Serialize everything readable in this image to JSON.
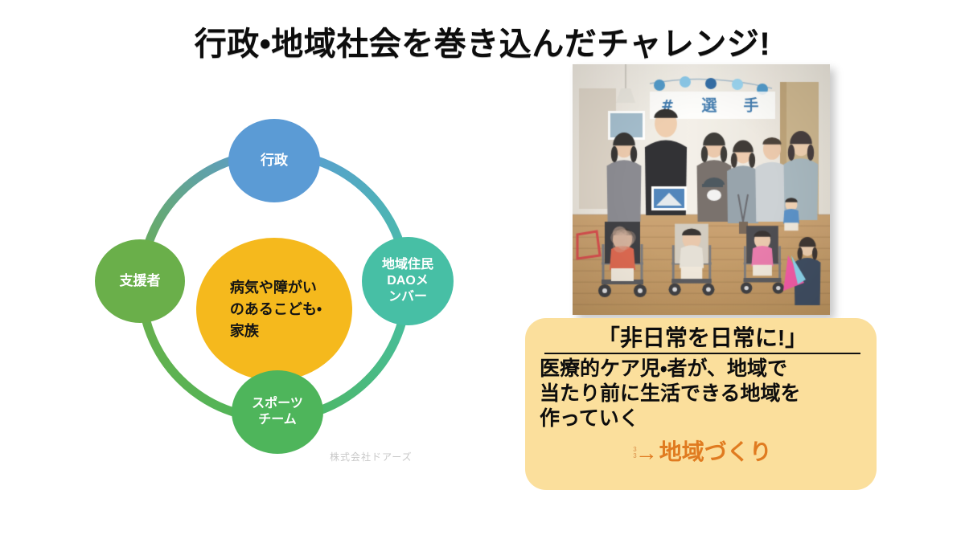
{
  "slide": {
    "title": "行政•地域社会を巻き込んだチャレンジ!"
  },
  "diagram": {
    "type": "cycle",
    "watermark": "株式会社ドアーズ",
    "center": {
      "name": "病気や障がいのあるこども•家族",
      "lines": "病気や障がい\nのあるこども•\n家族",
      "color": "#f5b91d"
    },
    "nodes": [
      {
        "id": "gyosei",
        "label": "行政",
        "lines": "行政",
        "color": "#5b9bd5",
        "position": "top"
      },
      {
        "id": "jumin",
        "label": "地域住民DAOメンバー",
        "lines": "地域住民\nDAOメ\nンバー",
        "color": "#47bfa5",
        "position": "right"
      },
      {
        "id": "sports",
        "label": "スポーツチーム",
        "lines": "スポーツ\nチーム",
        "color": "#4eb55b",
        "position": "bottom"
      },
      {
        "id": "shiensha",
        "label": "支援者",
        "lines": "支援者",
        "color": "#6aaf4a",
        "position": "left"
      }
    ],
    "ring_arcs": [
      {
        "from": "gyosei",
        "to": "jumin",
        "color_start": "#5b9bd5",
        "color_end": "#47bfa5"
      },
      {
        "from": "jumin",
        "to": "sports",
        "color_start": "#47bfa5",
        "color_end": "#4eb55b"
      },
      {
        "from": "sports",
        "to": "shiensha",
        "color_start": "#4eb55b",
        "color_end": "#6aaf4a"
      },
      {
        "from": "shiensha",
        "to": "gyosei",
        "color_start": "#6aaf4a",
        "color_end": "#5b9bd5"
      }
    ]
  },
  "photo": {
    "alt": "医療的ケア児・者とその家族、支援者の集合写真",
    "description": "室内の集合写真。車いすの子どもたちと大人たちが並び、背景には「#選手」の横断幕と風船が飾られている。"
  },
  "message": {
    "headline": "「非日常を日常に!」",
    "lines": [
      "医療的ケア児・者が、地域で",
      "当たり前に生活できる地域を",
      "作っていく"
    ],
    "conclusion_arrow": "→",
    "conclusion_fraction_top": "3",
    "conclusion_fraction_bottom": "3",
    "conclusion": "地域づくり",
    "box_color": "#fbdf9c",
    "conclusion_color": "#e07b20"
  }
}
